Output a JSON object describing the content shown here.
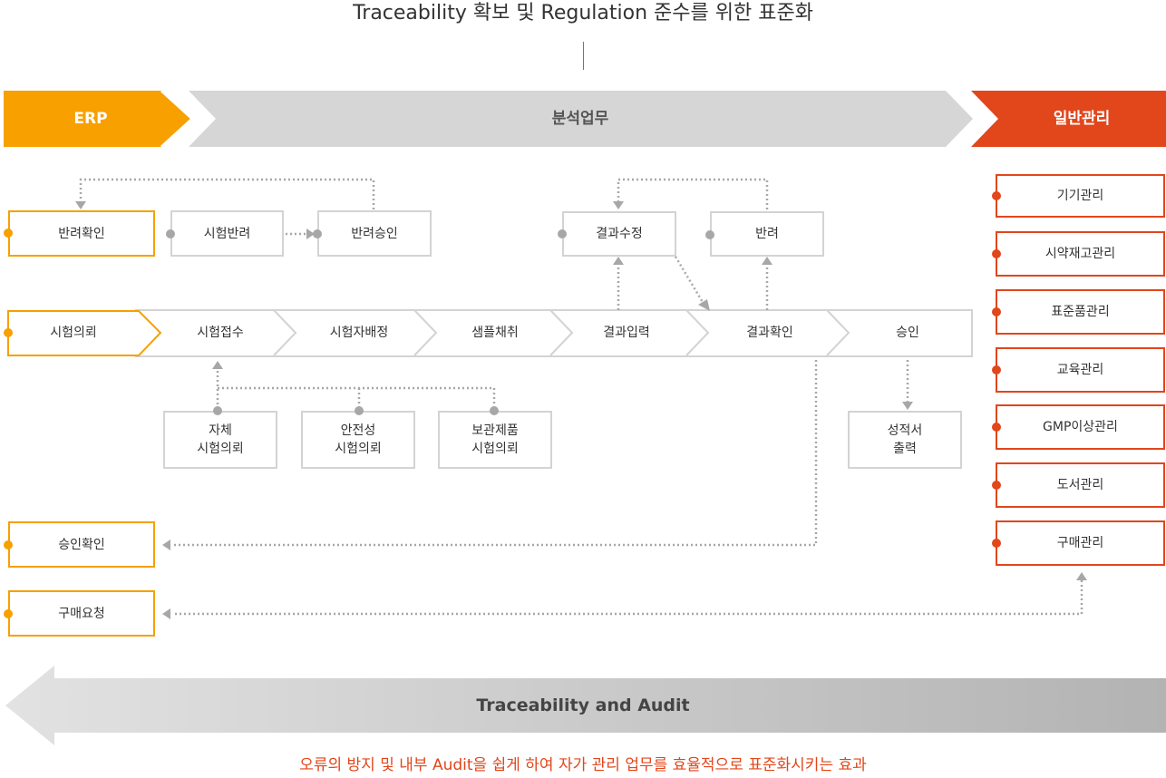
{
  "title": "Traceability 확보 및 Regulation 준수를 위한 표준화",
  "colors": {
    "erp": "#f7a000",
    "general": "#e2461b",
    "analysis": "#d6d6d6",
    "box_border": "#d3d3d3",
    "arrow": "#a7a7a7"
  },
  "banners": {
    "erp": "ERP",
    "analysis": "분석업무",
    "general": "일반관리"
  },
  "erp_boxes": {
    "return_confirm": "반려확인",
    "test_request": "시험의뢰",
    "approval_confirm": "승인확인",
    "purchase_request": "구매요청"
  },
  "return_flow": {
    "test_return": "시험반려",
    "return_approval": "반려승인"
  },
  "result_flow": {
    "result_edit": "결과수정",
    "return": "반려"
  },
  "process_steps": [
    "시험접수",
    "시험자배정",
    "샘플채취",
    "결과입력",
    "결과확인",
    "승인"
  ],
  "sub_requests": [
    "자체\n시험의뢰",
    "안전성\n시험의뢰",
    "보관제품\n시험의뢰"
  ],
  "report": "성적서\n출력",
  "general_items": [
    "기기관리",
    "시약재고관리",
    "표준품관리",
    "교육관리",
    "GMP이상관리",
    "도서관리",
    "구매관리"
  ],
  "audit_label": "Traceability and Audit",
  "footer": "오류의 방지 및 내부 Audit을 쉽게 하여 자가 관리 업무를 효율적으로 표준화시키는 효과"
}
